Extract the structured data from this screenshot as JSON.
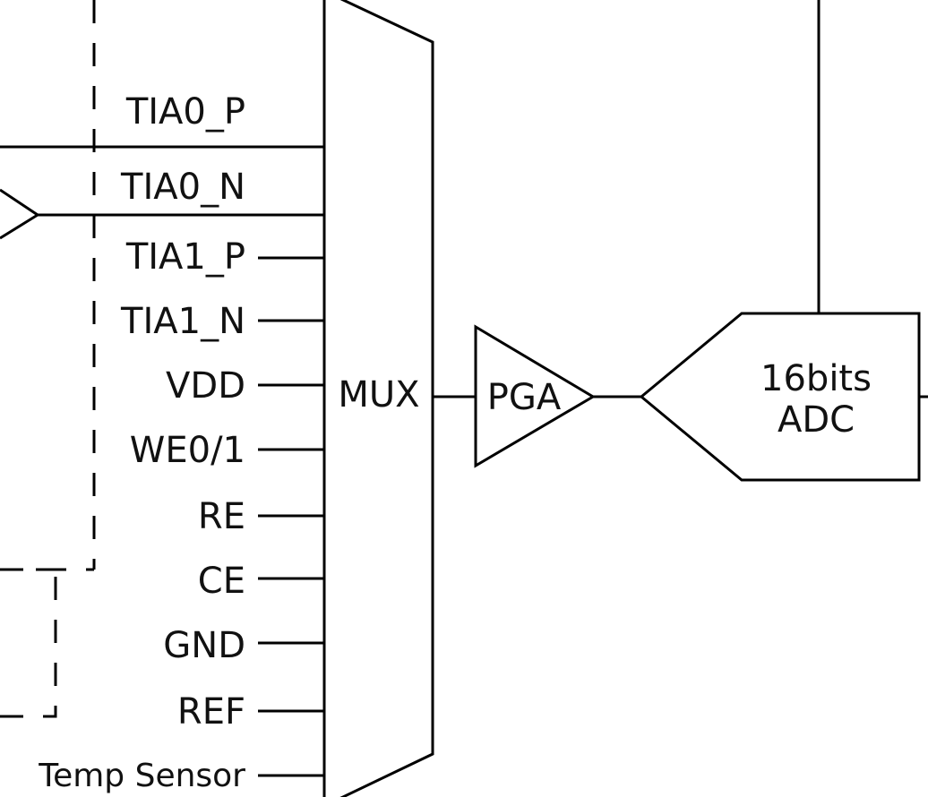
{
  "inputs": [
    {
      "label": "TIA0_P"
    },
    {
      "label": "TIA0_N"
    },
    {
      "label": "TIA1_P"
    },
    {
      "label": "TIA1_N"
    },
    {
      "label": "VDD"
    },
    {
      "label": "WE0/1"
    },
    {
      "label": "RE"
    },
    {
      "label": "CE"
    },
    {
      "label": "GND"
    },
    {
      "label": "REF"
    },
    {
      "label": "Temp Sensor"
    }
  ],
  "mux": {
    "label": "MUX"
  },
  "pga": {
    "label": "PGA"
  },
  "adc": {
    "line1": "16bits",
    "line2": "ADC"
  }
}
